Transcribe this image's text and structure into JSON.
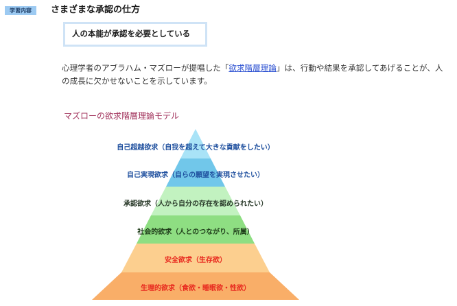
{
  "header": {
    "badge_label": "学習内容",
    "section_title": "さまざまな承認の仕方"
  },
  "subheading": "人の本能が承認を必要としている",
  "intro": {
    "before_link": "心理学者のアブラハム・マズローが提唱した「",
    "link_text": "欲求階層理論",
    "after_link": "」は、行動や結果を承認してあげることが、人の成長に欠かせないことを示しています。"
  },
  "diagram": {
    "title": "マズローの欲求階層理論モデル",
    "colors": {
      "link": "#2a4fd1",
      "title": "#a1315b"
    },
    "layers": [
      {
        "label": "自己超越欲求（自我を超えて大きな貢献をしたい）",
        "fill": "#a9e3f7",
        "text_color": "#1e4f9e"
      },
      {
        "label": "自己実現欲求（自らの願望を実現させたい）",
        "fill": "#71c7ea",
        "text_color": "#1e4f9e"
      },
      {
        "label": "承認欲求（人から自分の存在を認められたい）",
        "fill": "#c2f2c0",
        "text_color": "#2b3b2b"
      },
      {
        "label": "社会的欲求（人とのつながり、所属）",
        "fill": "#8ede82",
        "text_color": "#1f3d1a"
      },
      {
        "label": "安全欲求（生存欲）",
        "fill": "#fccf8f",
        "text_color": "#e8281e"
      },
      {
        "label": "生理的欲求（食欲・睡眠欲・性欲）",
        "fill": "#f9ae68",
        "text_color": "#e8281e"
      }
    ]
  }
}
